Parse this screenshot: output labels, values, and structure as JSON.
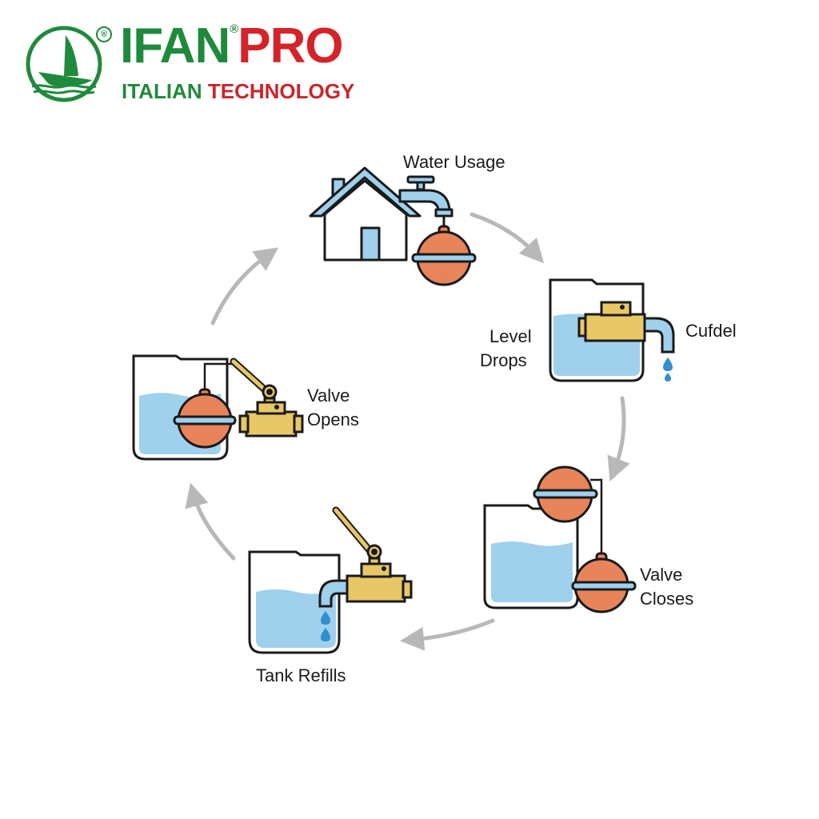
{
  "brand": {
    "name_part1": "IFAN",
    "name_part2": "PRO",
    "registered": "®",
    "tagline_part1": "ITALIAN",
    "tagline_part2": "TECHNOLOGY",
    "colors": {
      "green": "#1f8a3c",
      "red": "#d4242a"
    }
  },
  "diagram": {
    "title": "Float valve water cycle",
    "steps": [
      {
        "id": "water-usage",
        "label": "Water Usage"
      },
      {
        "id": "level-drops",
        "label_line1": "Level",
        "label_line2": "Drops",
        "side_label": "Cufdel"
      },
      {
        "id": "valve-closes",
        "label_line1": "Valve",
        "label_line2": "Closes"
      },
      {
        "id": "tank-refills",
        "label": "Tank Refills"
      },
      {
        "id": "valve-opens",
        "label_line1": "Valve",
        "label_line2": "Opens"
      }
    ],
    "flow_direction": "clockwise",
    "colors": {
      "water": "#9fd0ec",
      "float_ball": "#e8845a",
      "brass": "#e8c766",
      "outline": "#1a1a1a",
      "arrow": "#b8b8b8",
      "drop": "#2f8fd0"
    }
  }
}
